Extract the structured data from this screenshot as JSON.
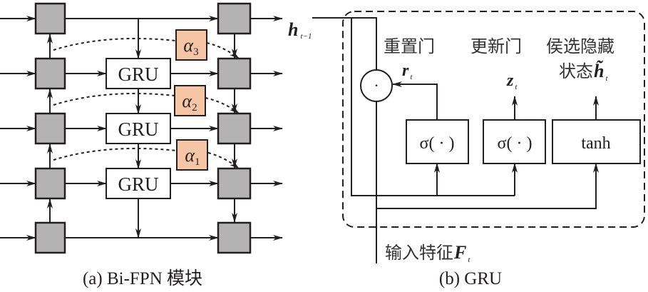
{
  "panel_a": {
    "caption": "(a) Bi-FPN 模块",
    "gru_label": "GRU",
    "alphas": [
      {
        "symbol": "α",
        "sub": "3"
      },
      {
        "symbol": "α",
        "sub": "2"
      },
      {
        "symbol": "α",
        "sub": "1"
      }
    ],
    "h_prev": {
      "main": "h",
      "sub": "t−1"
    }
  },
  "panel_b": {
    "caption": "(b) GRU",
    "reset_gate": "重置门",
    "update_gate": "更新门",
    "candidate_line1": "侯选隐藏",
    "candidate_line2": "状态",
    "candidate_symbol": {
      "main": "h̃",
      "sub": "t"
    },
    "r": {
      "main": "r",
      "sub": "t"
    },
    "z": {
      "main": "z",
      "sub": "t"
    },
    "sigma1": "σ( · )",
    "sigma2": "σ( · )",
    "tanh": "tanh",
    "product": "·",
    "input_label": "输入特征",
    "input_symbol": {
      "main": "F",
      "sub": "t"
    }
  },
  "colors": {
    "node_fill": "#b3b3b3",
    "alpha_fill": "#f6c5a5",
    "stroke": "#231f20"
  }
}
